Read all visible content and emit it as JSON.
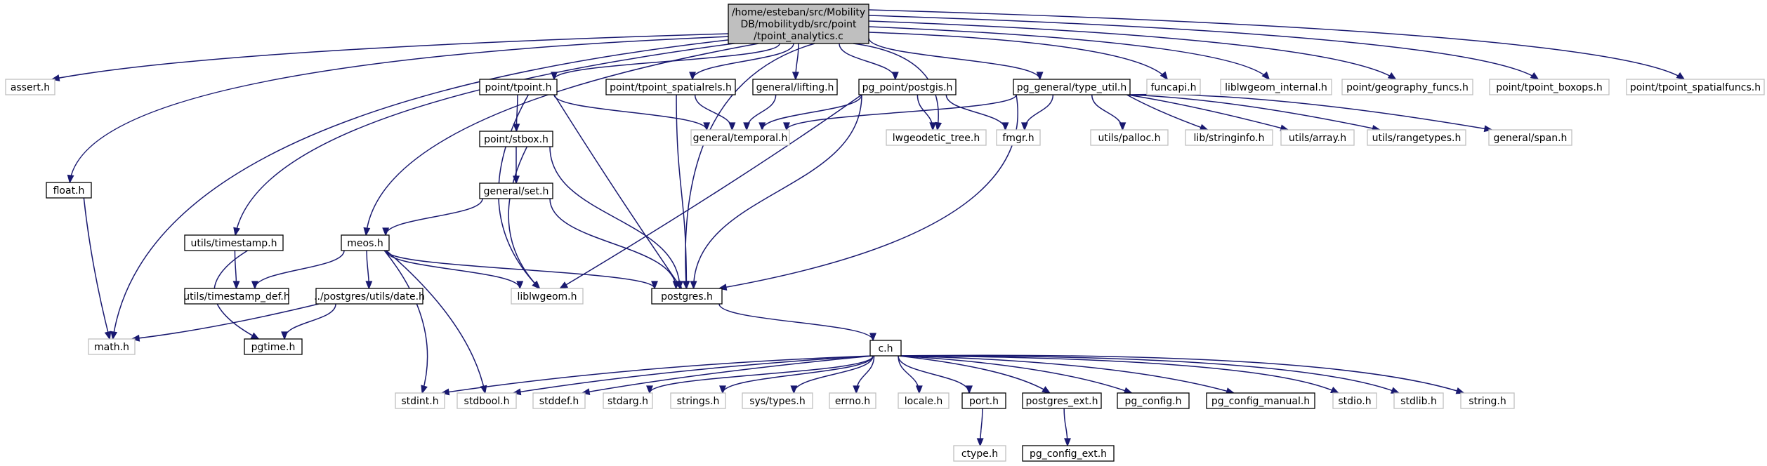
{
  "colors": {
    "edge": "#191970",
    "documented_border": "#000000",
    "undocumented_border": "#bfbfbf",
    "root_fill": "#bfbfbf",
    "node_fill": "#ffffff",
    "background": "#ffffff"
  },
  "graph": {
    "root": {
      "id": "root",
      "lines": [
        "/home/esteban/src/Mobility",
        "DB/mobilitydb/src/point",
        "/tpoint_analytics.c"
      ]
    },
    "nodes": [
      {
        "id": "assert",
        "label": "assert.h",
        "documented": false
      },
      {
        "id": "floath",
        "label": "float.h",
        "documented": true
      },
      {
        "id": "mathh",
        "label": "math.h",
        "documented": false
      },
      {
        "id": "tspoint",
        "label": "utils/timestamp.h",
        "documented": true
      },
      {
        "id": "tsdef",
        "label": "utils/timestamp_def.h",
        "documented": true
      },
      {
        "id": "pgtime",
        "label": "pgtime.h",
        "documented": true
      },
      {
        "id": "meos",
        "label": "meos.h",
        "documented": true
      },
      {
        "id": "dateh",
        "label": "../postgres/utils/date.h",
        "documented": true
      },
      {
        "id": "liblwgeom",
        "label": "liblwgeom.h",
        "documented": false
      },
      {
        "id": "tpoint",
        "label": "point/tpoint.h",
        "documented": true
      },
      {
        "id": "stbox",
        "label": "point/stbox.h",
        "documented": true
      },
      {
        "id": "setr",
        "label": "general/set.h",
        "documented": true
      },
      {
        "id": "spatialrels",
        "label": "point/tpoint_spatialrels.h",
        "documented": true
      },
      {
        "id": "lifting",
        "label": "general/lifting.h",
        "documented": true
      },
      {
        "id": "temporal",
        "label": "general/temporal.h",
        "documented": false
      },
      {
        "id": "postgis",
        "label": "pg_point/postgis.h",
        "documented": true
      },
      {
        "id": "lwgeodetic",
        "label": "lwgeodetic_tree.h",
        "documented": false
      },
      {
        "id": "fmgr",
        "label": "fmgr.h",
        "documented": false
      },
      {
        "id": "typeutil",
        "label": "pg_general/type_util.h",
        "documented": true
      },
      {
        "id": "palloc",
        "label": "utils/palloc.h",
        "documented": false
      },
      {
        "id": "stringinfo",
        "label": "lib/stringinfo.h",
        "documented": false
      },
      {
        "id": "array",
        "label": "utils/array.h",
        "documented": false
      },
      {
        "id": "rangetypes",
        "label": "utils/rangetypes.h",
        "documented": false
      },
      {
        "id": "span",
        "label": "general/span.h",
        "documented": false
      },
      {
        "id": "funcapi",
        "label": "funcapi.h",
        "documented": false
      },
      {
        "id": "lwinternal",
        "label": "liblwgeom_internal.h",
        "documented": false
      },
      {
        "id": "geogfuncs",
        "label": "point/geography_funcs.h",
        "documented": false
      },
      {
        "id": "boxops",
        "label": "point/tpoint_boxops.h",
        "documented": false
      },
      {
        "id": "spatialfuncs",
        "label": "point/tpoint_spatialfuncs.h",
        "documented": false
      },
      {
        "id": "postgres",
        "label": "postgres.h",
        "documented": true
      },
      {
        "id": "ch",
        "label": "c.h",
        "documented": true
      },
      {
        "id": "stdint",
        "label": "stdint.h",
        "documented": false
      },
      {
        "id": "stdbool",
        "label": "stdbool.h",
        "documented": false
      },
      {
        "id": "stddef",
        "label": "stddef.h",
        "documented": false
      },
      {
        "id": "stdarg",
        "label": "stdarg.h",
        "documented": false
      },
      {
        "id": "strings",
        "label": "strings.h",
        "documented": false
      },
      {
        "id": "systypes",
        "label": "sys/types.h",
        "documented": false
      },
      {
        "id": "errno",
        "label": "errno.h",
        "documented": false
      },
      {
        "id": "locale",
        "label": "locale.h",
        "documented": false
      },
      {
        "id": "port",
        "label": "port.h",
        "documented": true
      },
      {
        "id": "ctype",
        "label": "ctype.h",
        "documented": false
      },
      {
        "id": "pgext",
        "label": "postgres_ext.h",
        "documented": true
      },
      {
        "id": "pgconfigext",
        "label": "pg_config_ext.h",
        "documented": true
      },
      {
        "id": "pgconfig",
        "label": "pg_config.h",
        "documented": true
      },
      {
        "id": "pgconfigman",
        "label": "pg_config_manual.h",
        "documented": true
      },
      {
        "id": "stdio",
        "label": "stdio.h",
        "documented": false
      },
      {
        "id": "stdlib",
        "label": "stdlib.h",
        "documented": false
      },
      {
        "id": "stringh",
        "label": "string.h",
        "documented": false
      }
    ],
    "edges": [
      [
        "root",
        "assert"
      ],
      [
        "root",
        "floath"
      ],
      [
        "root",
        "mathh"
      ],
      [
        "root",
        "tspoint"
      ],
      [
        "root",
        "meos"
      ],
      [
        "root",
        "tpoint"
      ],
      [
        "root",
        "spatialrels"
      ],
      [
        "root",
        "lifting"
      ],
      [
        "root",
        "postgis"
      ],
      [
        "root",
        "typeutil"
      ],
      [
        "root",
        "funcapi"
      ],
      [
        "root",
        "lwinternal"
      ],
      [
        "root",
        "geogfuncs"
      ],
      [
        "root",
        "boxops"
      ],
      [
        "root",
        "spatialfuncs"
      ],
      [
        "root",
        "postgres"
      ],
      [
        "root",
        "lwgeodetic"
      ],
      [
        "floath",
        "mathh"
      ],
      [
        "tspoint",
        "tsdef"
      ],
      [
        "tspoint",
        "pgtime"
      ],
      [
        "meos",
        "tsdef"
      ],
      [
        "meos",
        "dateh"
      ],
      [
        "meos",
        "liblwgeom"
      ],
      [
        "meos",
        "postgres"
      ],
      [
        "meos",
        "stdint"
      ],
      [
        "meos",
        "stdbool"
      ],
      [
        "dateh",
        "mathh"
      ],
      [
        "dateh",
        "pgtime"
      ],
      [
        "tpoint",
        "stbox"
      ],
      [
        "tpoint",
        "temporal"
      ],
      [
        "tpoint",
        "postgres"
      ],
      [
        "tpoint",
        "liblwgeom"
      ],
      [
        "stbox",
        "setr"
      ],
      [
        "stbox",
        "postgres"
      ],
      [
        "stbox",
        "liblwgeom"
      ],
      [
        "setr",
        "meos"
      ],
      [
        "setr",
        "postgres"
      ],
      [
        "spatialrels",
        "temporal"
      ],
      [
        "spatialrels",
        "postgres"
      ],
      [
        "lifting",
        "temporal"
      ],
      [
        "postgis",
        "temporal"
      ],
      [
        "postgis",
        "lwgeodetic"
      ],
      [
        "postgis",
        "fmgr"
      ],
      [
        "postgis",
        "postgres"
      ],
      [
        "postgis",
        "liblwgeom"
      ],
      [
        "typeutil",
        "temporal"
      ],
      [
        "typeutil",
        "fmgr"
      ],
      [
        "typeutil",
        "palloc"
      ],
      [
        "typeutil",
        "stringinfo"
      ],
      [
        "typeutil",
        "array"
      ],
      [
        "typeutil",
        "rangetypes"
      ],
      [
        "typeutil",
        "span"
      ],
      [
        "typeutil",
        "postgres"
      ],
      [
        "postgres",
        "ch"
      ],
      [
        "ch",
        "stdint"
      ],
      [
        "ch",
        "stdbool"
      ],
      [
        "ch",
        "stddef"
      ],
      [
        "ch",
        "stdarg"
      ],
      [
        "ch",
        "strings"
      ],
      [
        "ch",
        "systypes"
      ],
      [
        "ch",
        "errno"
      ],
      [
        "ch",
        "locale"
      ],
      [
        "ch",
        "port"
      ],
      [
        "ch",
        "pgext"
      ],
      [
        "ch",
        "pgconfig"
      ],
      [
        "ch",
        "pgconfigman"
      ],
      [
        "ch",
        "stdio"
      ],
      [
        "ch",
        "stdlib"
      ],
      [
        "ch",
        "stringh"
      ],
      [
        "port",
        "ctype"
      ],
      [
        "pgext",
        "pgconfigext"
      ]
    ]
  }
}
